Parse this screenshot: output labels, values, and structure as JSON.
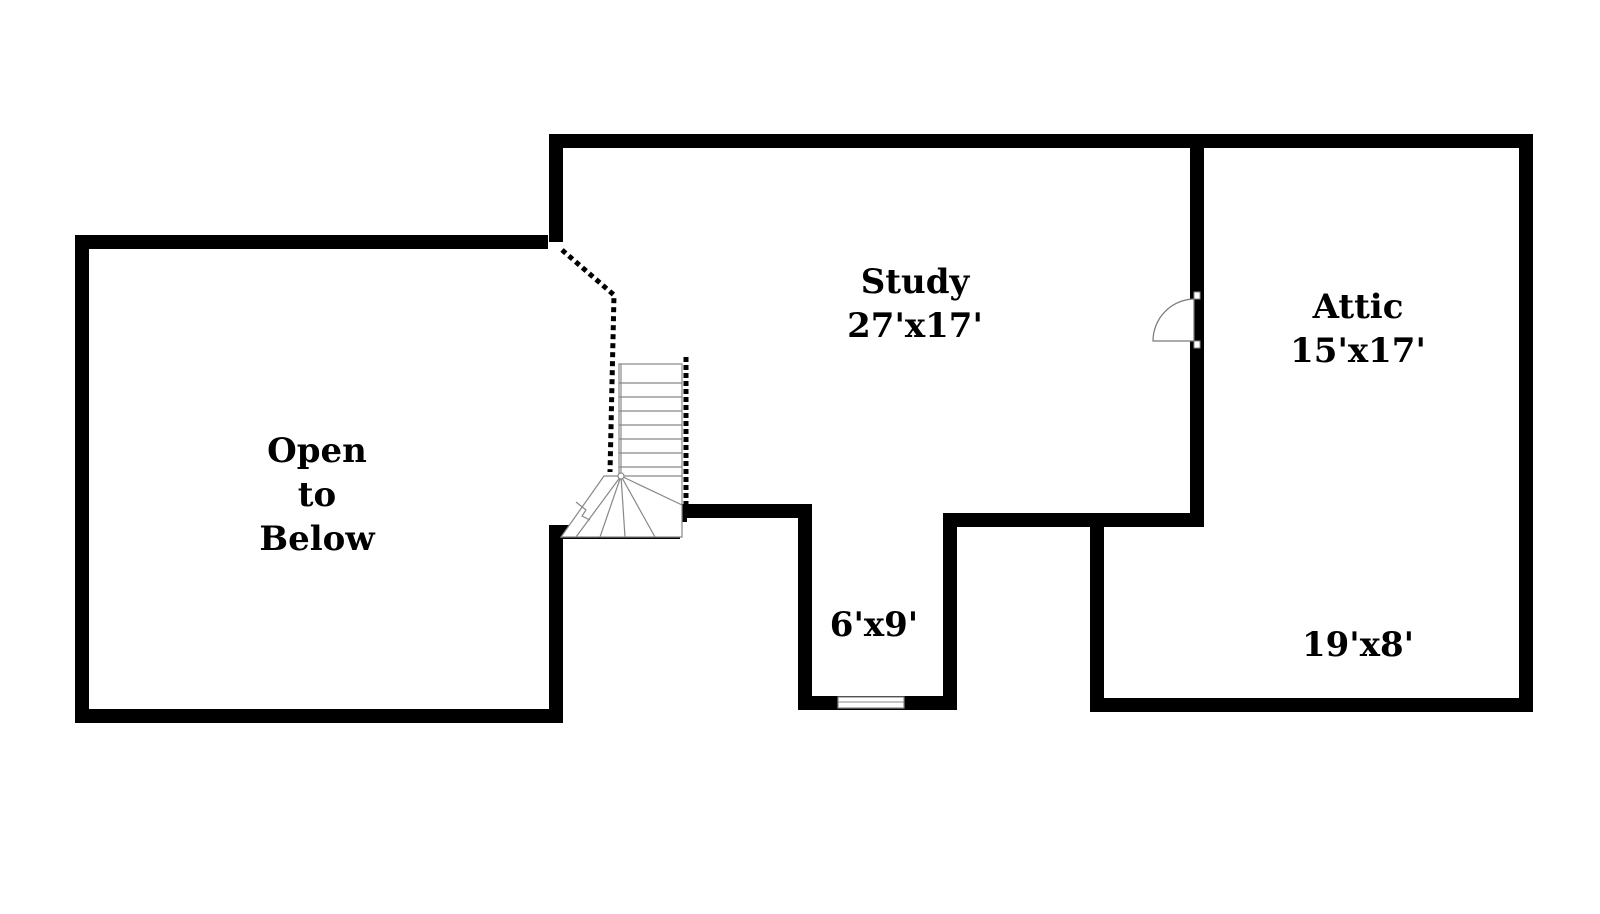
{
  "floorplan": {
    "colors": {
      "wall": "#000000",
      "background": "#ffffff",
      "fixture": "#8a8a8a"
    },
    "rooms": {
      "open_to_below": {
        "line1": "Open",
        "line2": "to",
        "line3": "Below"
      },
      "study": {
        "name": "Study",
        "dimensions": "27'x17'"
      },
      "attic": {
        "name": "Attic",
        "dimensions": "15'x17'"
      },
      "alcove": {
        "dimensions": "6'x9'"
      },
      "attic_lower": {
        "dimensions": "19'x8'"
      }
    }
  }
}
